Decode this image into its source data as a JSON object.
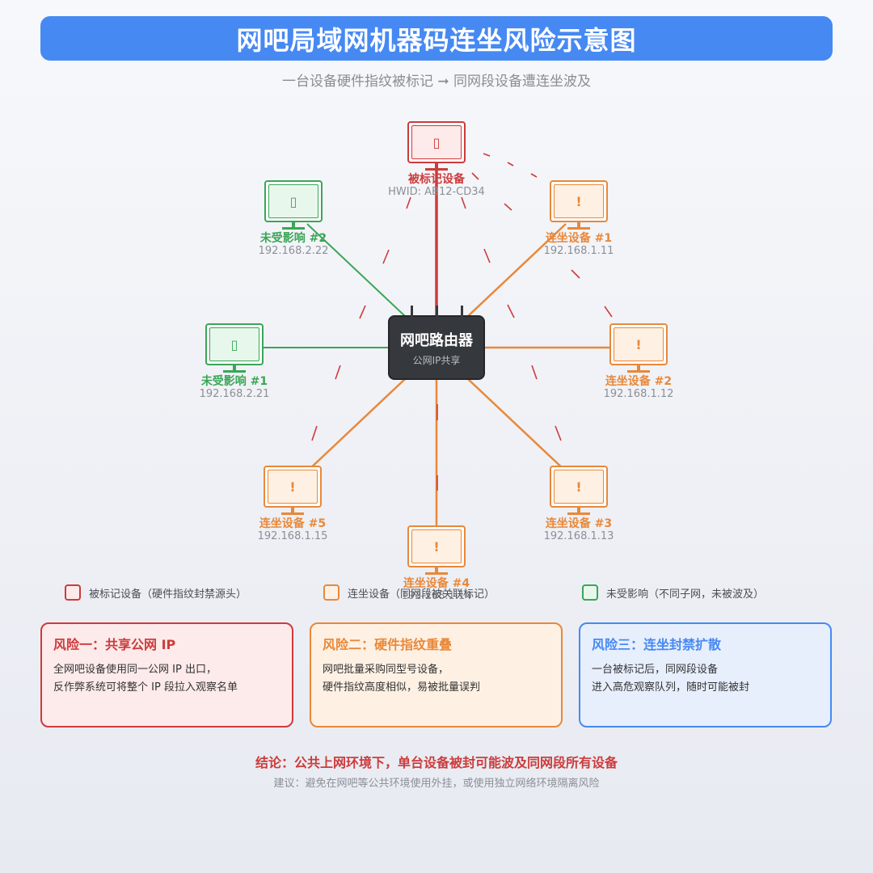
{
  "header": {
    "title": "网吧局域网机器码连坐风险示意图",
    "subtitle": "一台设备硬件指纹被标记 ➞ 同网段设备遭连坐波及"
  },
  "router": {
    "name": "网吧路由器",
    "sub": "公网IP共享"
  },
  "devices": {
    "flagged": {
      "name": "被标记设备",
      "info": "HWID: AB12-CD34",
      "status": "flagged",
      "icon": "flag-icon",
      "symbol": "▯"
    },
    "linked1": {
      "name": "连坐设备 #1",
      "info": "192.168.1.11",
      "status": "linked",
      "icon": "warning-icon",
      "symbol": "!"
    },
    "linked2": {
      "name": "连坐设备 #2",
      "info": "192.168.1.12",
      "status": "linked",
      "icon": "warning-icon",
      "symbol": "!"
    },
    "linked3": {
      "name": "连坐设备 #3",
      "info": "192.168.1.13",
      "status": "linked",
      "icon": "warning-icon",
      "symbol": "!"
    },
    "linked4": {
      "name": "连坐设备 #4",
      "info": "192.168.1.14",
      "status": "linked",
      "icon": "warning-icon",
      "symbol": "!"
    },
    "linked5": {
      "name": "连坐设备 #5",
      "info": "192.168.1.15",
      "status": "linked",
      "icon": "warning-icon",
      "symbol": "!"
    },
    "safe1": {
      "name": "未受影响 #1",
      "info": "192.168.2.21",
      "status": "safe",
      "icon": "safe-icon",
      "symbol": "▯"
    },
    "safe2": {
      "name": "未受影响 #2",
      "info": "192.168.2.22",
      "status": "safe",
      "icon": "safe-icon",
      "symbol": "▯"
    }
  },
  "legend": {
    "flagged": "被标记设备（硬件指纹封禁源头）",
    "linked": "连坐设备（同网段被关联标记）",
    "safe": "未受影响（不同子网，未被波及）"
  },
  "cards": {
    "risk1": {
      "title": "风险一：共享公网 IP",
      "line1": "全网吧设备使用同一公网 IP 出口，",
      "line2": "反作弊系统可将整个 IP 段拉入观察名单"
    },
    "risk2": {
      "title": "风险二：硬件指纹重叠",
      "line1": "网吧批量采购同型号设备，",
      "line2": "硬件指纹高度相似，易被批量误判"
    },
    "risk3": {
      "title": "风险三：连坐封禁扩散",
      "line1": "一台被标记后，同网段设备",
      "line2": "进入高危观察队列，随时可能被封"
    }
  },
  "footer": {
    "conclusion": "结论：公共上网环境下，单台设备被封可能波及同网段所有设备",
    "advice": "建议：避免在网吧等公共环境使用外挂，或使用独立网络环境隔离风险"
  },
  "colors": {
    "flagged": "#cd3b3b",
    "linked": "#e98839",
    "safe": "#3aa656",
    "accent": "#4689f3",
    "router": "#35383d"
  }
}
